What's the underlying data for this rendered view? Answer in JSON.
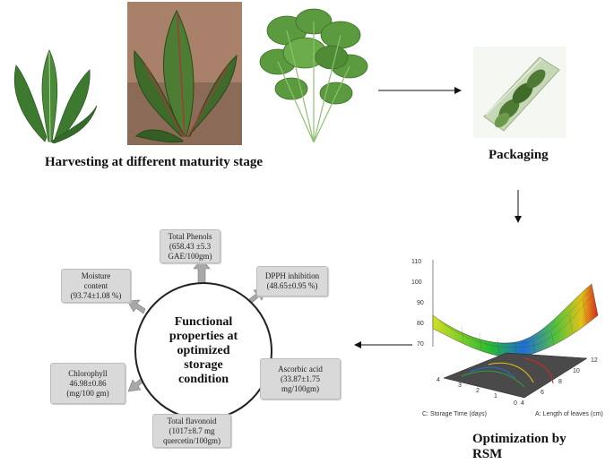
{
  "labels": {
    "harvesting": "Harvesting at different maturity stage",
    "packaging": "Packaging",
    "optimization": [
      "Optimization by",
      "RSM"
    ]
  },
  "center": {
    "lines": [
      "Functional",
      "properties at",
      "optimized",
      "storage",
      "condition"
    ]
  },
  "properties": {
    "total_phenols": [
      "Total Phenols",
      "(658.43 ±5.3",
      "GAE/100gm)"
    ],
    "dpph": [
      "DPPH inhibition",
      "(48.65±0.95 %)"
    ],
    "ascorbic": [
      "Ascorbic acid",
      "(33.87±1.75",
      "mg/100gm)"
    ],
    "flavonoid": [
      "Total flavonoid",
      "(1017±8.7 mg",
      "quercetin/100gm)"
    ],
    "chlorophyll": [
      "Chlorophyll",
      "46.98±0.86",
      "(mg/100 gm)"
    ],
    "moisture": [
      "Moisture",
      "content",
      "(93.74±1.08 %)"
    ]
  },
  "rsm_plot": {
    "z_ticks": [
      "110",
      "100",
      "90",
      "80",
      "70"
    ],
    "c_axis_label": "C: Storage Time (days)",
    "c_ticks": [
      "4",
      "3",
      "2",
      "1",
      "0"
    ],
    "a_axis_label": "A: Length of leaves (cm)",
    "a_ticks": [
      "4",
      "6",
      "8",
      "10",
      "12"
    ]
  },
  "colors": {
    "box_fill": "#d9d9d9",
    "arrow": "#9e9e9e",
    "leaf_dark": "#2f6b2a",
    "leaf_light": "#6aa84f"
  }
}
